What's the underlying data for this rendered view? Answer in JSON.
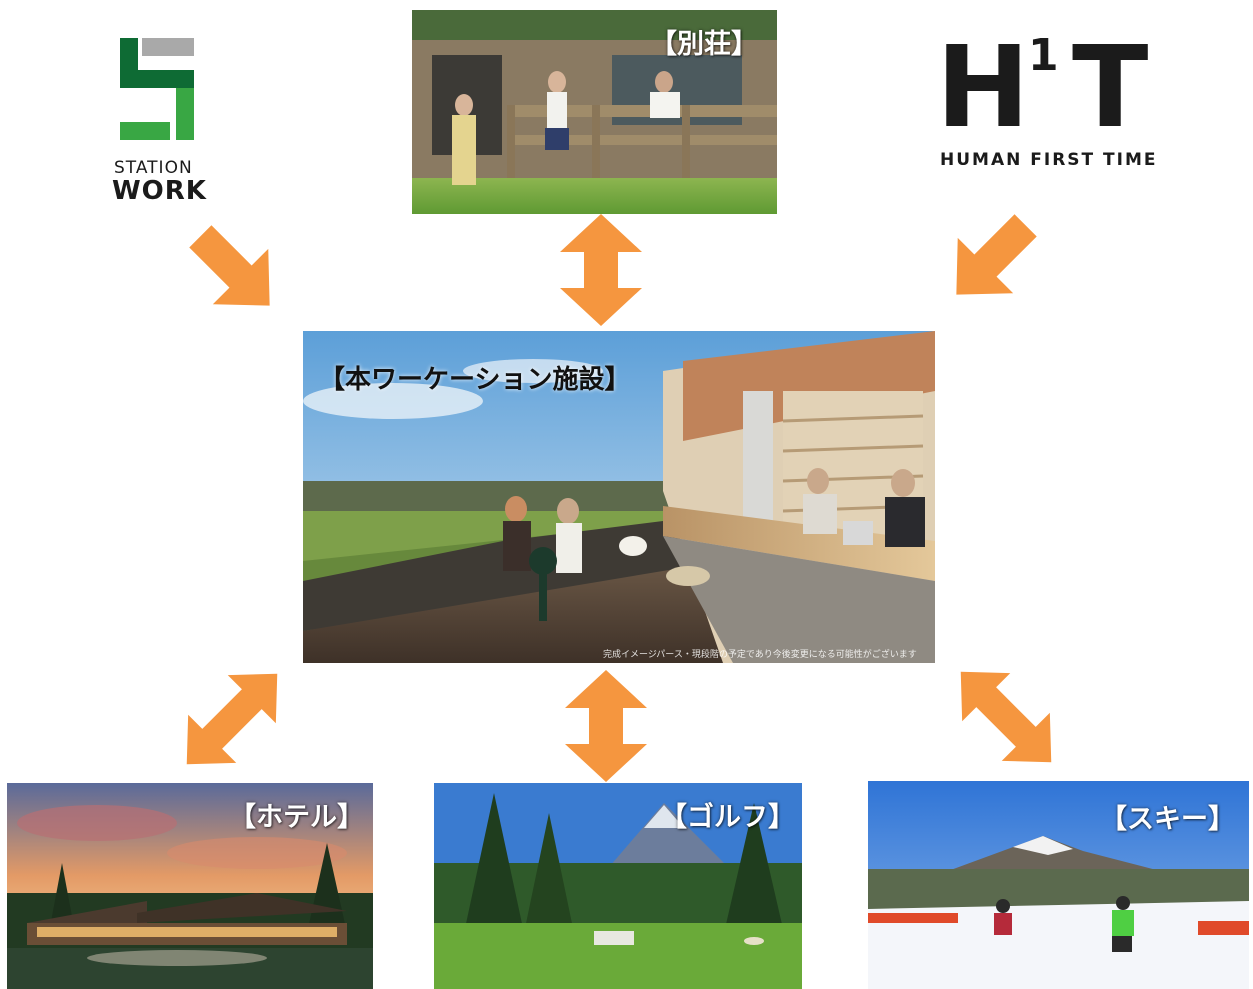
{
  "logos": {
    "station_work": {
      "line1": "STATION",
      "line2": "WORK"
    },
    "hit": {
      "h": "H",
      "one": "1",
      "t": "T",
      "tagline": "HUMAN FIRST TIME"
    }
  },
  "center": {
    "label": "【本ワーケーション施設】",
    "caption": "完成イメージパース・現段階の予定であり今後変更になる可能性がございます"
  },
  "photos": {
    "villa": "【別荘】",
    "hotel": "【ホテル】",
    "golf": "【ゴルフ】",
    "ski": "【スキー】"
  },
  "colors": {
    "arrow": "#F5963F",
    "station_gray": "#A9A9A9",
    "station_green": "#0E6B34",
    "station_light_green": "#39A744"
  }
}
